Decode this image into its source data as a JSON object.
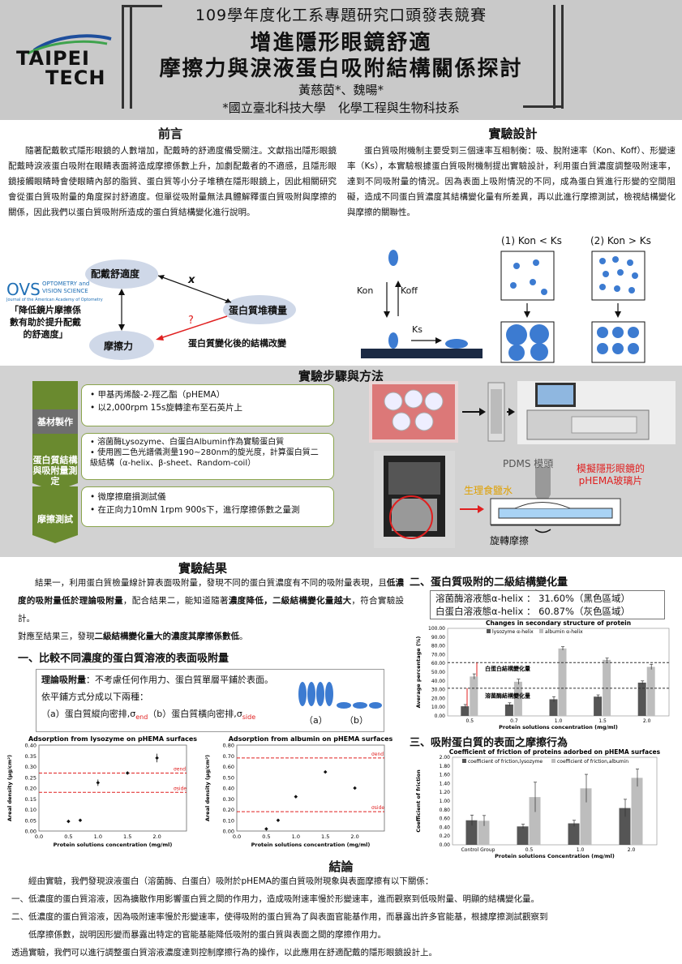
{
  "header": {
    "event": "109學年度化工系專題研究口頭發表競賽",
    "title_line1": "增進隱形眼鏡舒適",
    "title_line2": "摩擦力與淚液蛋白吸附結構關係探討",
    "authors": "黃慈茵*、魏暘*",
    "affiliation": "*國立臺北科技大學　化學工程與生物科技系",
    "logo_top": "TAIPEI",
    "logo_bottom": "TECH"
  },
  "intro": {
    "title": "前言",
    "text": "隨著配戴軟式隱形眼鏡的人數增加，配戴時的舒適度備受關注。文獻指出隱形眼鏡配戴時淚液蛋白吸附在眼睛表面將造成摩擦係數上升，加劇配戴者的不適感，且隱形眼鏡接觸眼睛時會使眼睛內部的脂質、蛋白質等小分子堆積在隱形眼鏡上，因此相關研究會從蛋白質吸附量的角度探討舒適度。但單從吸附量無法具體解釋蛋白質吸附與摩擦的關係，因此我們以蛋白質吸附所造成的蛋白質結構變化進行說明。",
    "diagram": {
      "comfort": "配戴舒適度",
      "protein_accum": "蛋白質堆積量",
      "friction": "摩擦力",
      "structure_change": "蛋白質變化後的結構改變",
      "x_mark": "x",
      "q_mark": "?",
      "ovs_big": "OVS",
      "ovs_line1": "OPTOMETRY and",
      "ovs_line2": "VISION SCIENCE",
      "ovs_sub": "Journal of the American Academy of Optometry",
      "quote": "「降低鏡片摩擦係數有助於提升配戴的舒適度」"
    }
  },
  "design": {
    "title": "實驗設計",
    "text": "蛋白質吸附機制主要受到三個速率互相制衡：吸、脫附速率（Kon、Koff）、形變速率（Ks），本實驗根據蛋白質吸附機制提出實驗設計，利用蛋白質濃度調整吸附速率，達到不同吸附量的情況。因為表面上吸附情況的不同，成為蛋白質進行形變的空間阻礙，造成不同蛋白質濃度其結構變化量有所差異，再以此進行摩擦測試，檢視結構變化與摩擦的關聯性。",
    "case1": "(1) Kon < Ks",
    "case2": "(2) Kon > Ks",
    "kon": "Kon",
    "koff": "Koff",
    "ks": "Ks"
  },
  "steps": {
    "title": "實驗步驟與方法",
    "items": [
      {
        "label": "基材製作",
        "lines": [
          "甲基丙烯酸-2-羥乙酯（pHEMA）",
          "以2,000rpm  15s旋轉塗布至石英片上"
        ]
      },
      {
        "label": "蛋白質結構與吸附量測定",
        "lines": [
          "溶菌酶Lysozyme、白蛋白Albumin作為實驗蛋白質",
          "使用圓二色光譜儀測量190~280nm的旋光度，計算蛋白質二級結構（α-helix、β-sheet、Random-coil）"
        ]
      },
      {
        "label": "摩擦測試",
        "lines": [
          "微摩擦磨損測試儀",
          "在正向力10mN  1rpm  900s下，進行摩擦係數之量測"
        ]
      }
    ],
    "pdms": "PDMS 模頭",
    "saline": "生理食鹽水",
    "mock_lens": "模擬隱形眼鏡的pHEMA玻璃片",
    "rotation": "旋轉摩擦"
  },
  "results": {
    "title": "實驗結果",
    "text_a": "結果一，利用蛋白質檢量線計算表面吸附量，發現不同的蛋白質濃度有不同的吸附量表現，且",
    "text_b": "低濃度的吸附量低於理論吸附量",
    "text_c": "，配合結果二，能知道隨著",
    "text_d": "濃度降低，二級結構變化量越大",
    "text_e": "，符合實驗設計。",
    "text_f": "對應至結果三，發現",
    "text_g": "二級結構變化量大的濃度其摩擦係數低",
    "text_h": "。",
    "sub1": "一、比較不同濃度的蛋白質溶液的表面吸附量",
    "theory_bold": "理論吸附量",
    "theory_rest": "：不考慮任何作用力、蛋白質單層平鋪於表面。",
    "theory_line2": "依平鋪方式分成以下兩種：",
    "theory_line3a": "（a）蛋白質縱向密排,σ",
    "theory_line3b": "end",
    "theory_line3c": "（b）蛋白質橫向密排,σ",
    "theory_line3d": "side",
    "a_label": "（a）",
    "b_label": "（b）",
    "sub2": "二、蛋白質吸附的二級結構變化量",
    "helix_lys": "溶菌酶溶液態α-helix ： 31.60%（黑色區域）",
    "helix_alb": "白蛋白溶液態α-helix ： 60.87%（灰色區域）",
    "sub3": "三、吸附蛋白質的表面之摩擦行為"
  },
  "chart_data": [
    {
      "type": "scatter",
      "title": "Adsorption from lysozyme on pHEMA surfaces",
      "xlabel": "Protein solutions concentration  (mg/ml)",
      "ylabel": "Areal density  (μg/cm²)",
      "xlim": [
        0,
        2.5
      ],
      "ylim": [
        0,
        0.4
      ],
      "xticks": [
        "0.0",
        "0.5",
        "1.0",
        "1.5",
        "2.0"
      ],
      "yticks": [
        "0.00",
        "0.05",
        "0.10",
        "0.15",
        "0.20",
        "0.25",
        "0.30",
        "0.35",
        "0.40"
      ],
      "points": [
        [
          0.5,
          0.045
        ],
        [
          0.7,
          0.05
        ],
        [
          1.0,
          0.225
        ],
        [
          1.5,
          0.27
        ],
        [
          2.0,
          0.34
        ]
      ],
      "errors": [
        0,
        0,
        0.015,
        0,
        0.02
      ],
      "lines": [
        {
          "label": "σend",
          "y": 0.27
        },
        {
          "label": "σside",
          "y": 0.18
        }
      ],
      "grid": false
    },
    {
      "type": "scatter",
      "title": "Adsorption from albumin on pHEMA surfaces",
      "xlabel": "Protein solutions concentration  (mg/ml)",
      "ylabel": "Areal density  (μg/cm²)",
      "xlim": [
        0,
        2.5
      ],
      "ylim": [
        0,
        0.8
      ],
      "xticks": [
        "0.0",
        "0.5",
        "1.0",
        "1.5",
        "2.0"
      ],
      "yticks": [
        "0.00",
        "0.10",
        "0.20",
        "0.30",
        "0.40",
        "0.50",
        "0.60",
        "0.70",
        "0.80"
      ],
      "points": [
        [
          0.5,
          0.02
        ],
        [
          0.7,
          0.1
        ],
        [
          1.0,
          0.32
        ],
        [
          1.5,
          0.55
        ],
        [
          2.0,
          0.4
        ]
      ],
      "errors": [
        0,
        0,
        0.01,
        0,
        0
      ],
      "lines": [
        {
          "label": "σend",
          "y": 0.68
        },
        {
          "label": "σside",
          "y": 0.18
        }
      ],
      "grid": false
    },
    {
      "type": "bar",
      "title": "Changes in secondary structure of protein",
      "xlabel": "Protein solutions concentration  (mg/ml)",
      "ylabel": "Average percentage (%)",
      "categories": [
        "0.5",
        "0.7",
        "1.0",
        "1.5",
        "2.0"
      ],
      "series": [
        {
          "name": "lysozyme α-helix",
          "color": "#555555",
          "values": [
            11,
            13,
            19,
            22,
            38
          ],
          "errors": [
            2,
            2,
            3,
            2,
            2
          ]
        },
        {
          "name": "albumin α-helix",
          "color": "#bdbdbd",
          "values": [
            45,
            39,
            77,
            64,
            56
          ],
          "errors": [
            3,
            3,
            2,
            2,
            3
          ]
        }
      ],
      "ylim": [
        0,
        100
      ],
      "yticks": [
        "0.00",
        "10.00",
        "20.00",
        "30.00",
        "40.00",
        "50.00",
        "60.00",
        "70.00",
        "80.00",
        "90.00",
        "100.00"
      ],
      "ref_lines": [
        31.6,
        60.87
      ],
      "annotations": [
        "白蛋白結構變化量",
        "溶菌酶結構變化量"
      ],
      "grid": false
    },
    {
      "type": "bar",
      "title": "Coefficient of friction of proteins adorbed on pHEMA surfaces",
      "xlabel": "Protein solutions Concentration (mg/ml)",
      "ylabel": "Coefficient of friction",
      "categories": [
        "Control Group",
        "0.5",
        "1.0",
        "2.0"
      ],
      "series": [
        {
          "name": "coefficient of friction,lysozyme",
          "color": "#555555",
          "values": [
            0.56,
            0.42,
            0.49,
            0.84
          ],
          "errors": [
            0.12,
            0.05,
            0.07,
            0.2
          ]
        },
        {
          "name": "coefficient of friction,albumin",
          "color": "#bdbdbd",
          "values": [
            0.55,
            1.09,
            1.29,
            1.53
          ],
          "errors": [
            0.12,
            0.34,
            0.32,
            0.2
          ]
        }
      ],
      "ylim": [
        0,
        2
      ],
      "yticks": [
        "0.00",
        "0.20",
        "0.40",
        "0.60",
        "0.80",
        "1.00",
        "1.20",
        "1.40",
        "1.60",
        "1.80",
        "2.00"
      ],
      "grid": false
    }
  ],
  "conclusion": {
    "title": "結論",
    "intro": "經由實驗，我們發現淚液蛋白（溶菌酶、白蛋白）吸附於pHEMA的蛋白質吸附現象與表面摩擦有以下關係：",
    "item1": "一、低濃度的蛋白質溶液，因為擴散作用影響蛋白質之間的作用力，造成吸附速率慢於形變速率，進而觀察到低吸附量、明顯的結構變化量。",
    "item2a": "二、低濃度的蛋白質溶液，因為吸附速率慢於形變速率，使得吸附的蛋白質為了與表面官能基作用，而暴露出許多官能基，根據摩擦測試觀察到",
    "item2b": "低摩擦係數，說明因形變而暴露出特定的官能基能降低吸附的蛋白質與表面之間的摩擦作用力。",
    "final": "透過實驗，我們可以進行調整蛋白質溶液濃度達到控制摩擦行為的操作，以此應用在舒適配戴的隱形眼鏡設計上。"
  }
}
